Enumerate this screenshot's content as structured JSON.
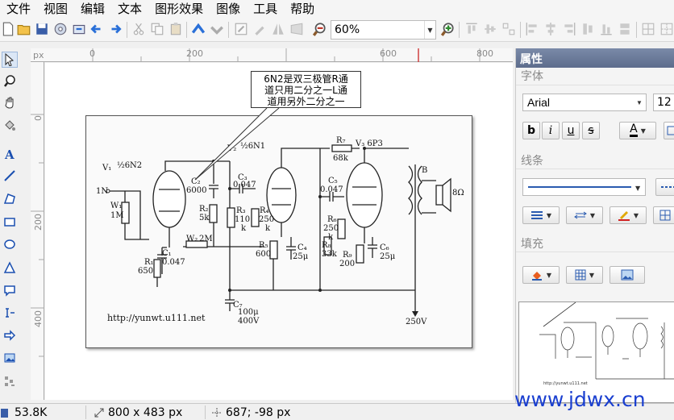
{
  "menu": [
    "文件",
    "视图",
    "编辑",
    "文本",
    "图形效果",
    "图像",
    "工具",
    "帮助"
  ],
  "toolbar": {
    "zoom": "60%",
    "icons": [
      "new-icon",
      "open-icon",
      "save-icon",
      "save-as-icon",
      "export-icon",
      "undo-icon",
      "redo-icon",
      "cut-icon",
      "copy-icon",
      "paste-icon",
      "upload-icon",
      "download-icon",
      "edit-icon",
      "brush-icon",
      "flip-icon",
      "perspective-icon",
      "zoom-out-icon",
      "zoom-in-icon"
    ]
  },
  "tools": [
    "select-tool",
    "zoom-tool",
    "pan-tool",
    "fill-tool",
    "text-tool",
    "line-tool",
    "polygon-tool",
    "rectangle-tool",
    "ellipse-tool",
    "triangle-tool",
    "callout-tool",
    "step-tool",
    "arrow-tool",
    "image-tool",
    "mosaic-tool"
  ],
  "ruler": {
    "unit": "px",
    "h_labels": [
      "0",
      "200",
      "400",
      "600",
      "800"
    ],
    "v_labels": [
      "0",
      "200",
      "400"
    ]
  },
  "callout": {
    "lines": [
      "6N2是双三极管R通",
      "道只用二分之一L通",
      "道用另外二分之一"
    ]
  },
  "schematic": {
    "labels": [
      {
        "text": "V₁",
        "key": "v1"
      },
      {
        "text": "½6N2",
        "key": "v1_tube"
      },
      {
        "text": "V₂",
        "key": "v2"
      },
      {
        "text": "½6N1",
        "key": "v2_tube"
      },
      {
        "text": "R₇",
        "key": "r7"
      },
      {
        "text": "68k",
        "key": "r7v"
      },
      {
        "text": "V₃ 6P3",
        "key": "v3"
      },
      {
        "text": "B",
        "key": "b"
      },
      {
        "text": "8Ω",
        "key": "spk"
      },
      {
        "text": "1N",
        "key": "in"
      },
      {
        "text": "W₁",
        "key": "w1"
      },
      {
        "text": "1M",
        "key": "w1v"
      },
      {
        "text": "C₂",
        "key": "c2"
      },
      {
        "text": "6000",
        "key": "c2v"
      },
      {
        "text": "C₃",
        "key": "c3"
      },
      {
        "text": "0.047",
        "key": "c3v"
      },
      {
        "text": "C₅",
        "key": "c5"
      },
      {
        "text": "0.047",
        "key": "c5v"
      },
      {
        "text": "R₂",
        "key": "r2"
      },
      {
        "text": "5k",
        "key": "r2v"
      },
      {
        "text": "R₃",
        "key": "r3"
      },
      {
        "text": "110",
        "key": "r3v"
      },
      {
        "text": "k",
        "key": "r3k"
      },
      {
        "text": "R₄",
        "key": "r4"
      },
      {
        "text": "250",
        "key": "r4v"
      },
      {
        "text": "k",
        "key": "r4k"
      },
      {
        "text": "R₆",
        "key": "r6"
      },
      {
        "text": "250",
        "key": "r6v"
      },
      {
        "text": "k",
        "key": "r6k"
      },
      {
        "text": "C₁",
        "key": "c1"
      },
      {
        "text": "0.047",
        "key": "c1v"
      },
      {
        "text": "W₂",
        "key": "w2"
      },
      {
        "text": "2M",
        "key": "w2v"
      },
      {
        "text": "R₁",
        "key": "r1"
      },
      {
        "text": "650",
        "key": "r1v"
      },
      {
        "text": "R₅",
        "key": "r5"
      },
      {
        "text": "600",
        "key": "r5v"
      },
      {
        "text": "C₄",
        "key": "c4"
      },
      {
        "text": "25μ",
        "key": "c4v"
      },
      {
        "text": "R₈",
        "key": "r8"
      },
      {
        "text": "33k",
        "key": "r8v"
      },
      {
        "text": "R₉",
        "key": "r9"
      },
      {
        "text": "200",
        "key": "r9v"
      },
      {
        "text": "C₆",
        "key": "c6"
      },
      {
        "text": "25μ",
        "key": "c6v"
      },
      {
        "text": "C₇",
        "key": "c7"
      },
      {
        "text": "100μ",
        "key": "c7v"
      },
      {
        "text": "400V",
        "key": "c7r"
      },
      {
        "text": "250V",
        "key": "supply"
      },
      {
        "text": "http://yunwt.u111.net",
        "key": "url"
      }
    ]
  },
  "panel": {
    "title": "属性",
    "font_section": "字体",
    "font_name": "Arial",
    "font_size": "12",
    "style_buttons": [
      "b",
      "i",
      "u",
      "s"
    ],
    "color_button": "A",
    "line_section": "线条",
    "fill_section": "填充"
  },
  "status": {
    "file_size": "53.8K",
    "dimensions": "800 x 483 px",
    "cursor": "687; -98 px"
  },
  "watermark": "www.jdwx.cn"
}
